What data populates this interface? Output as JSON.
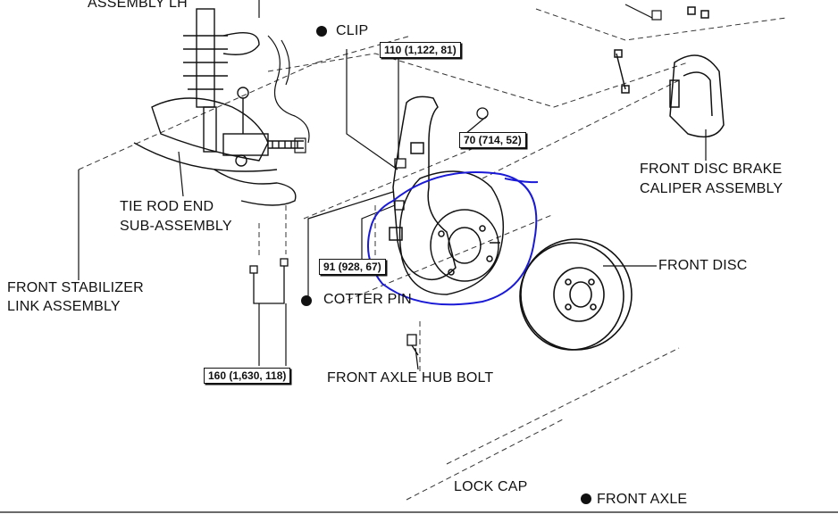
{
  "labels": {
    "assembly_lh": "ASSEMBLY LH",
    "clip": "CLIP",
    "tie_rod_end_line1": "TIE ROD END",
    "tie_rod_end_line2": "SUB-ASSEMBLY",
    "front_stabilizer_line1": "FRONT STABILIZER",
    "front_stabilizer_line2": "LINK ASSEMBLY",
    "cotter_pin": "COTTER PIN",
    "front_axle_hub_bolt": "FRONT AXLE HUB BOLT",
    "front_disc_brake_line1": "FRONT DISC BRAKE",
    "front_disc_brake_line2": "CALIPER ASSEMBLY",
    "front_disc": "FRONT DISC",
    "lock_cap": "LOCK CAP",
    "front_axle": "FRONT AXLE"
  },
  "torque_specs": {
    "t110": "110 (1,122, 81)",
    "t70": "70 (714, 52)",
    "t91": "91 (928, 67)",
    "t160": "160 (1,630, 118)"
  },
  "colors": {
    "line": "#111111",
    "annotation": "#1a1ad6"
  }
}
